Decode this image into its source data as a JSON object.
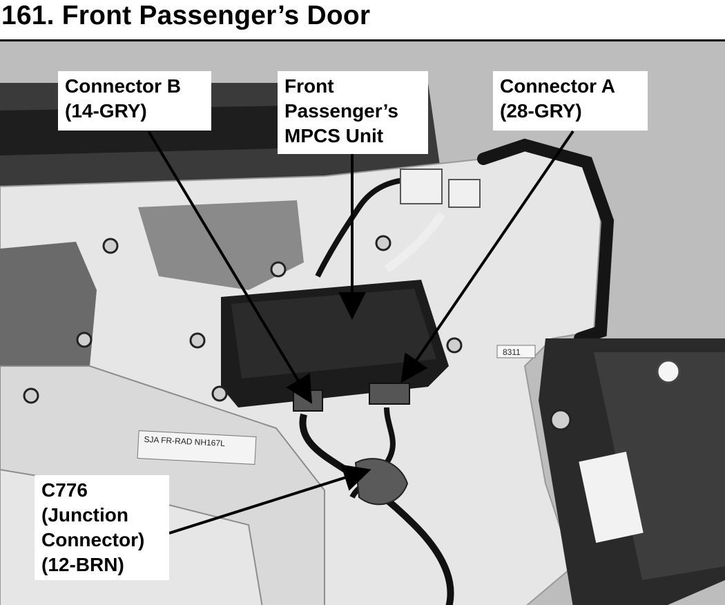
{
  "title": "161. Front Passenger’s Door",
  "callouts": {
    "connector_b": {
      "lines": [
        "Connector B",
        "(14-GRY)"
      ]
    },
    "mpcs_unit": {
      "lines": [
        "Front",
        "Passenger’s",
        "MPCS Unit"
      ]
    },
    "connector_a": {
      "lines": [
        "Connector A",
        "(28-GRY)"
      ]
    },
    "c776": {
      "lines": [
        "C776",
        "(Junction",
        "Connector)",
        "(12-BRN)"
      ]
    }
  },
  "photo_labels": {
    "part_sticker": "SJA FR-RAD NH167L",
    "small_tag": "8311"
  },
  "colors": {
    "background": "#ffffff",
    "frame": "#000000",
    "text": "#000000"
  }
}
